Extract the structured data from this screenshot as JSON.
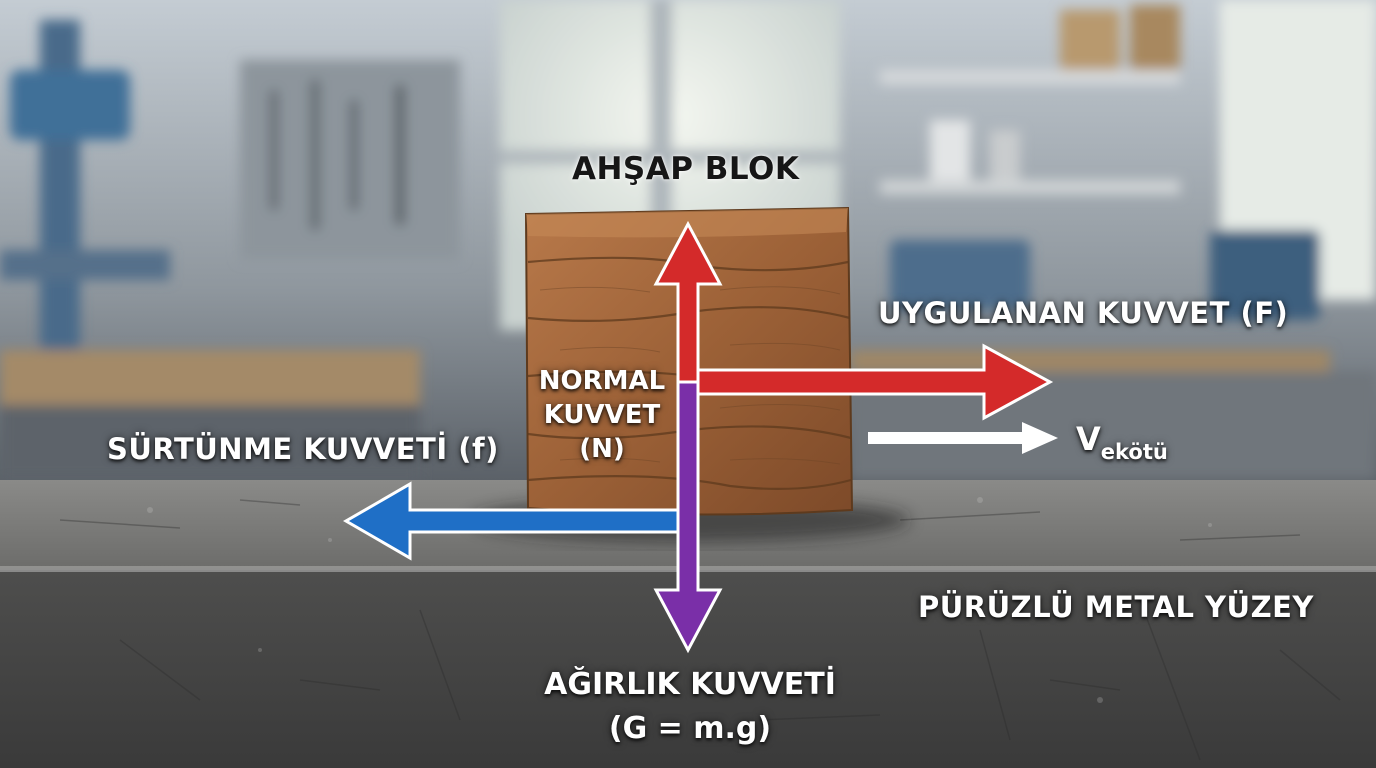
{
  "labels": {
    "title": "AHŞAP BLOK",
    "applied_force": "UYGULANAN KUVVET (F)",
    "friction_force": "SÜRTÜNME KUVVETİ (f)",
    "normal_force_line1": "NORMAL",
    "normal_force_line2": "KUVVET",
    "normal_force_line3": "(N)",
    "velocity_main": "V",
    "velocity_sub": "ekötü",
    "surface": "PÜRÜZLÜ METAL YÜZEY",
    "weight_line1": "AĞIRLIK KUVVETİ",
    "weight_line2": "(G = m.g)"
  },
  "colors": {
    "applied_force": "#d42a2a",
    "normal_force": "#d42a2a",
    "friction_force": "#1f6fc6",
    "weight_force": "#7a2fa8",
    "velocity": "#ffffff",
    "block": "#a0663a",
    "surface": "#5f5f5f"
  },
  "icons": {
    "block": "wooden-block-icon",
    "surface": "metal-surface-icon"
  }
}
